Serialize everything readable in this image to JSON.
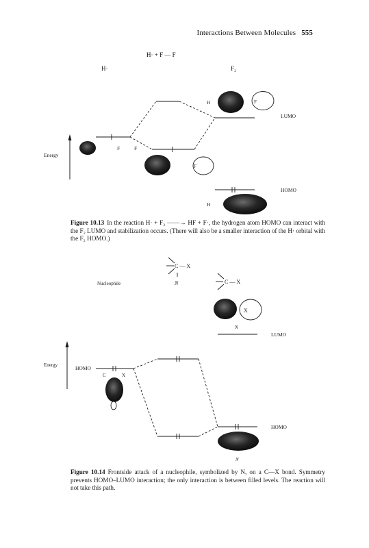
{
  "header": {
    "title": "Interactions Between Molecules",
    "page_number": "555"
  },
  "figure1": {
    "reaction": "H·  +  F — F",
    "label_h": "H·",
    "label_f2": "F₂",
    "energy": "Energy",
    "lumo": "LUMO",
    "homo": "HOMO",
    "lobe_h": "H",
    "lobe_f": "F",
    "left_f1": "F",
    "left_f2": "F",
    "lower_f": "F",
    "lower_h": "H",
    "caption_label": "Figure 10.13",
    "caption_text": "In the reaction H· + F₂ ——→ HF + F·, the hydrogen atom HOMO can interact with the F₂ LUMO and stabilization occurs. (There will also be a smaller interaction of the H· orbital with the F₂ HOMO.)"
  },
  "figure2": {
    "top_c": "C — X",
    "mid_n": "N",
    "nucleophile": "Nucleophile",
    "right_cx": "C — X",
    "lobe_x": "X",
    "n_label": "N",
    "lumo": "LUMO",
    "energy": "Energy",
    "homo_left": "HOMO",
    "c_label": "C",
    "x_label": "X",
    "homo_right": "HOMO",
    "bottom_n": "N",
    "caption_label": "Figure 10.14",
    "caption_text": "Frontside attack of a nucleophile, symbolized by N, on a C—X bond. Symmetry prevents HOMO–LUMO interaction; the only interaction is between filled levels. The reaction will not take this path."
  }
}
